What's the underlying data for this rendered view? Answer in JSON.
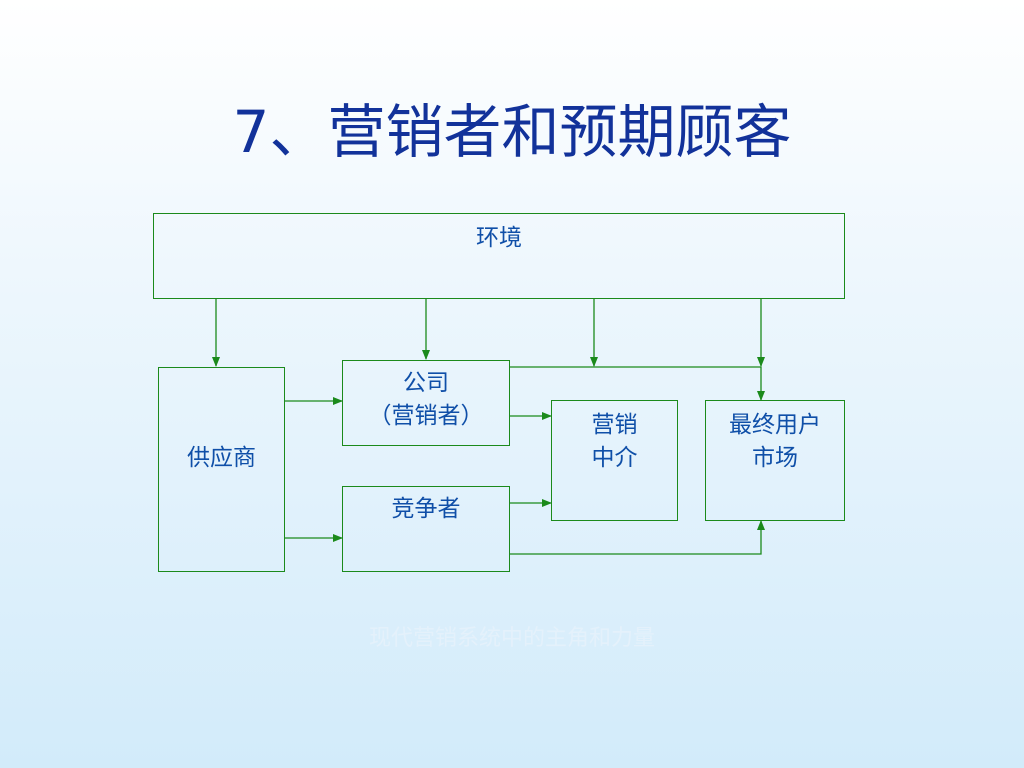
{
  "slide": {
    "title": "7、营销者和预期顾客",
    "caption": "现代营销系统中的主角和力量"
  },
  "diagram": {
    "environment": "环境",
    "supplier": "供应商",
    "company": "公司\n（营销者）",
    "competitor": "竞争者",
    "intermediary": "营销\n中介",
    "end_market": "最终用户\n市场"
  },
  "colors": {
    "title": "#12329a",
    "label": "#0f4fa8",
    "line": "#1b8a1b"
  }
}
